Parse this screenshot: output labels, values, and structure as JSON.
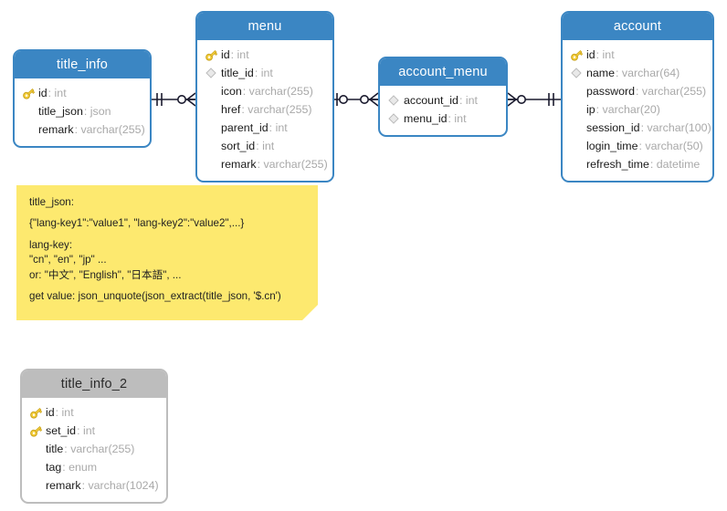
{
  "diagram": {
    "title": "database-er-diagram",
    "colors": {
      "header_blue": "#3b86c3",
      "header_gray": "#bdbdbd",
      "note_yellow": "#fde96f",
      "key_gold": "#f2c200",
      "type_gray": "#a9a9a9",
      "line": "#1a1a2e"
    }
  },
  "entities": [
    {
      "id": "title_info",
      "name": "title_info",
      "style": "blue",
      "fields": [
        {
          "icon": "primary-key-icon",
          "name": "id",
          "type": "int"
        },
        {
          "icon": "none",
          "name": "title_json",
          "type": "json"
        },
        {
          "icon": "none",
          "name": "remark",
          "type": "varchar(255)"
        }
      ]
    },
    {
      "id": "menu",
      "name": "menu",
      "style": "blue",
      "fields": [
        {
          "icon": "primary-key-icon",
          "name": "id",
          "type": "int"
        },
        {
          "icon": "foreign-key-diamond-icon",
          "name": "title_id",
          "type": "int"
        },
        {
          "icon": "none",
          "name": "icon",
          "type": "varchar(255)"
        },
        {
          "icon": "none",
          "name": "href",
          "type": "varchar(255)"
        },
        {
          "icon": "none",
          "name": "parent_id",
          "type": "int"
        },
        {
          "icon": "none",
          "name": "sort_id",
          "type": "int"
        },
        {
          "icon": "none",
          "name": "remark",
          "type": "varchar(255)"
        }
      ]
    },
    {
      "id": "account_menu",
      "name": "account_menu",
      "style": "blue",
      "fields": [
        {
          "icon": "foreign-key-diamond-icon",
          "name": "account_id",
          "type": "int"
        },
        {
          "icon": "foreign-key-diamond-icon",
          "name": "menu_id",
          "type": "int"
        }
      ]
    },
    {
      "id": "account",
      "name": "account",
      "style": "blue",
      "fields": [
        {
          "icon": "primary-key-icon",
          "name": "id",
          "type": "int"
        },
        {
          "icon": "foreign-key-diamond-icon",
          "name": "name",
          "type": "varchar(64)"
        },
        {
          "icon": "none",
          "name": "password",
          "type": "varchar(255)"
        },
        {
          "icon": "none",
          "name": "ip",
          "type": "varchar(20)"
        },
        {
          "icon": "none",
          "name": "session_id",
          "type": "varchar(100)"
        },
        {
          "icon": "none",
          "name": "login_time",
          "type": "varchar(50)"
        },
        {
          "icon": "none",
          "name": "refresh_time",
          "type": "datetime"
        }
      ]
    },
    {
      "id": "title_info_2",
      "name": "title_info_2",
      "style": "gray",
      "fields": [
        {
          "icon": "primary-key-icon",
          "name": "id",
          "type": "int"
        },
        {
          "icon": "primary-key-icon",
          "name": "set_id",
          "type": "int"
        },
        {
          "icon": "none",
          "name": "title",
          "type": "varchar(255)"
        },
        {
          "icon": "none",
          "name": "tag",
          "type": "enum"
        },
        {
          "icon": "none",
          "name": "remark",
          "type": "varchar(1024)"
        }
      ]
    }
  ],
  "relationships": [
    {
      "id": "title_info-menu",
      "from": "title_info",
      "to": "menu",
      "from_cardinality": "one-and-only-one",
      "to_cardinality": "zero-or-many"
    },
    {
      "id": "menu-account_menu",
      "from": "menu",
      "to": "account_menu",
      "from_cardinality": "zero-or-one",
      "to_cardinality": "zero-or-many"
    },
    {
      "id": "account_menu-account",
      "from": "account_menu",
      "to": "account",
      "from_cardinality": "zero-or-many",
      "to_cardinality": "one-and-only-one"
    }
  ],
  "note": {
    "id": "title-json-note",
    "lines": [
      "title_json:",
      "{\"lang-key1\":\"value1\", \"lang-key2\":\"value2\",...}",
      "lang-key:",
      "\"cn\", \"en\", \"jp\" ...",
      "or: \"中文\", \"English\", \"日本語\", ...",
      "get value: json_unquote(json_extract(title_json, '$.cn')"
    ]
  }
}
